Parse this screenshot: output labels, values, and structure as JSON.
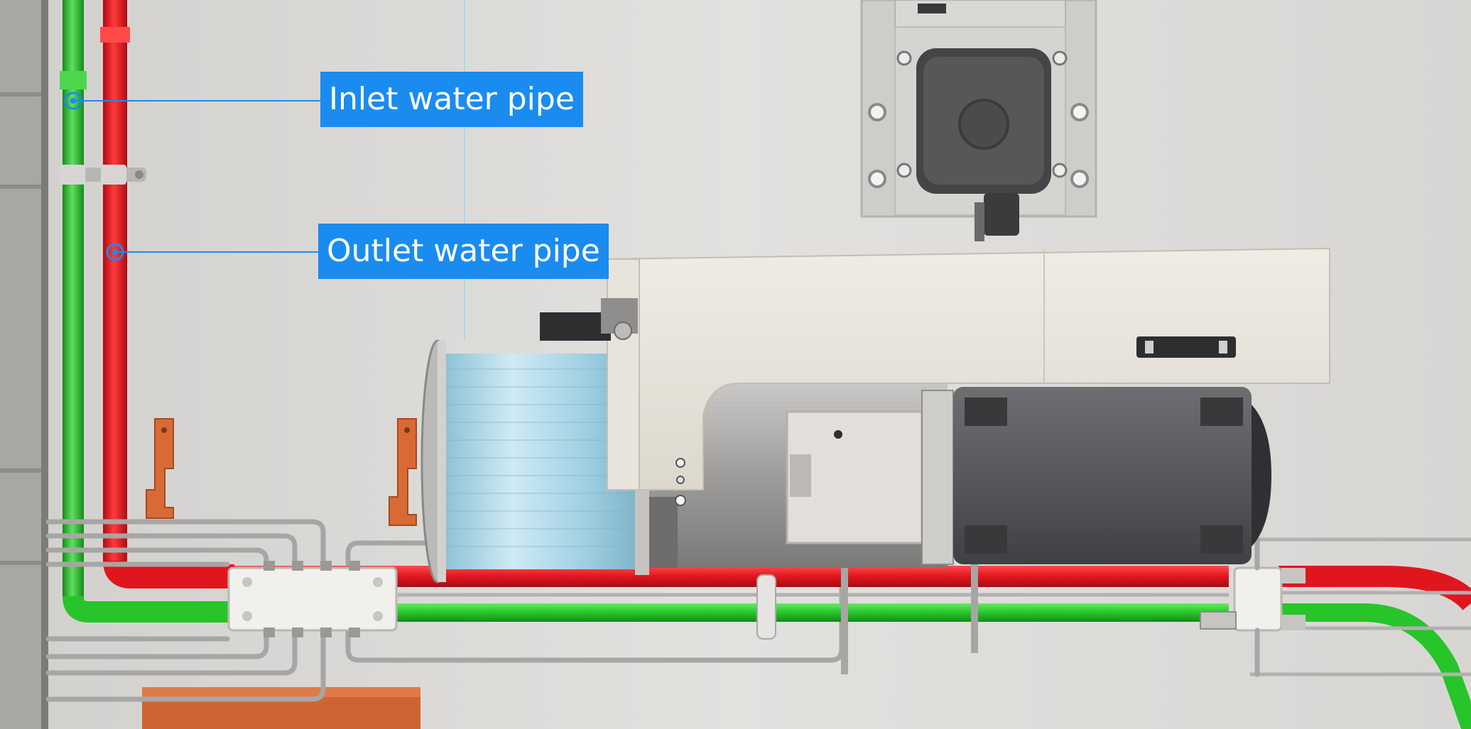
{
  "callouts": {
    "inlet": {
      "label": "Inlet water pipe",
      "target": "green-pipe"
    },
    "outlet": {
      "label": "Outlet water pipe",
      "target": "red-pipe"
    }
  },
  "colors": {
    "background": "#dedcd9",
    "inlet_pipe": "#27c42a",
    "outlet_pipe": "#e0161e",
    "callout_bg": "#1a8cf0",
    "callout_text": "#ffffff",
    "spindle_housing": "#eae6de",
    "motor": "#5c5d60",
    "coil": "#a9d4e6",
    "copper_bracket": "#d86a36"
  },
  "icons": [
    "pipe-marker-icon"
  ]
}
